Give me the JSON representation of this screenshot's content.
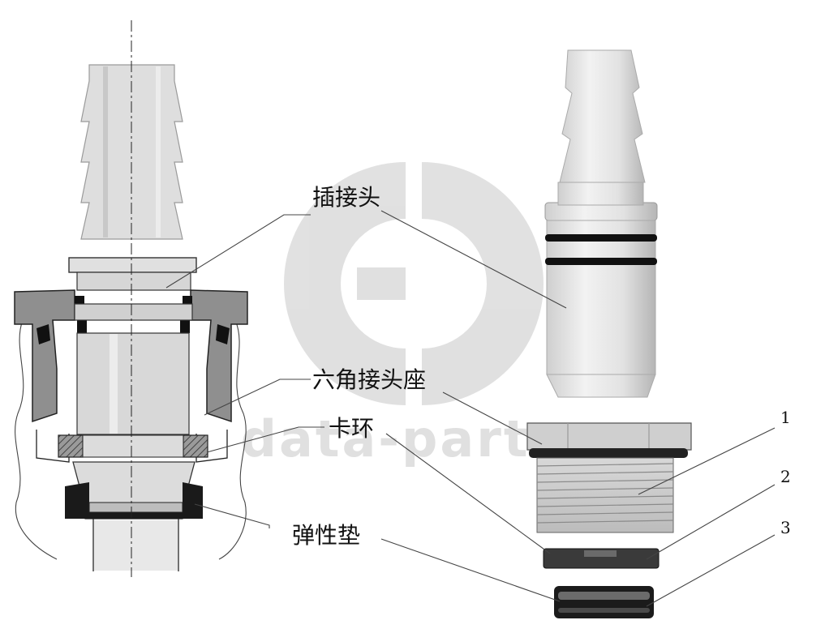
{
  "labels": {
    "plug": "插接头",
    "hex_seat": "六角接头座",
    "clip_ring": "卡环",
    "gasket": "弹性垫"
  },
  "numbers": {
    "n1": "1",
    "n2": "2",
    "n3": "3"
  },
  "watermark": {
    "text": "data-parts"
  },
  "colors": {
    "line": "#222222",
    "part_light": "#e6e6e6",
    "part_mid": "#bdbdbd",
    "part_dark": "#8c8c8c",
    "hatch": "#555555",
    "oring": "#1a1a1a",
    "watermark": "#cfcfcf"
  }
}
